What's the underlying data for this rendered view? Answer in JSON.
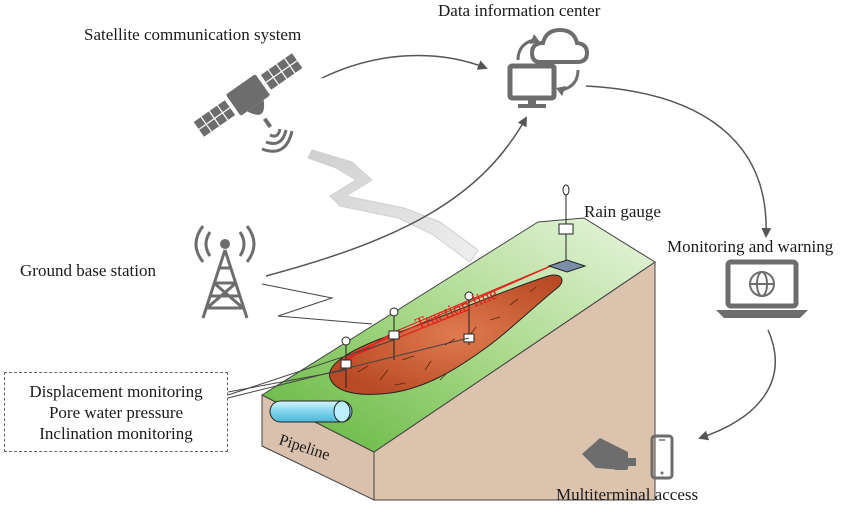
{
  "labels": {
    "satellite": "Satellite  communication system",
    "data_center": "Data information center",
    "base_station": "Ground base station",
    "rain_gauge": "Rain gauge",
    "monitoring": "Monitoring and warning",
    "multiterminal": "Multiterminal access",
    "traction": "Traction line",
    "pipeline": "Pipeline"
  },
  "sensor_box": {
    "lines": [
      "Displacement monitoring",
      "Pore water pressure",
      "Inclination monitoring"
    ]
  },
  "colors": {
    "icon_gray": "#6d6d6d",
    "slope_top_green": "#6dbb45",
    "slope_side": "#dcc3ae",
    "slide_mass": "#c45a33",
    "traction_line": "#e02020",
    "pipeline": "#7fd4ee",
    "arrow": "#555555"
  },
  "icons": [
    "satellite-icon",
    "cloud-sync-icon",
    "monitor-icon",
    "tower-icon",
    "laptop-globe-icon",
    "projector-icon",
    "phone-icon"
  ]
}
